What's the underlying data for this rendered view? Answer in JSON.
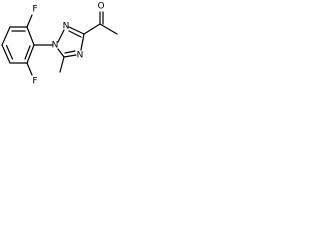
{
  "molecule": {
    "atoms": {
      "f_top": "F",
      "f_bottom": "F",
      "n1": "N",
      "n2": "N",
      "n4": "N",
      "o": "O"
    }
  },
  "colors": {
    "bond": "#000000",
    "label": "#000000",
    "background": "#ffffff"
  }
}
